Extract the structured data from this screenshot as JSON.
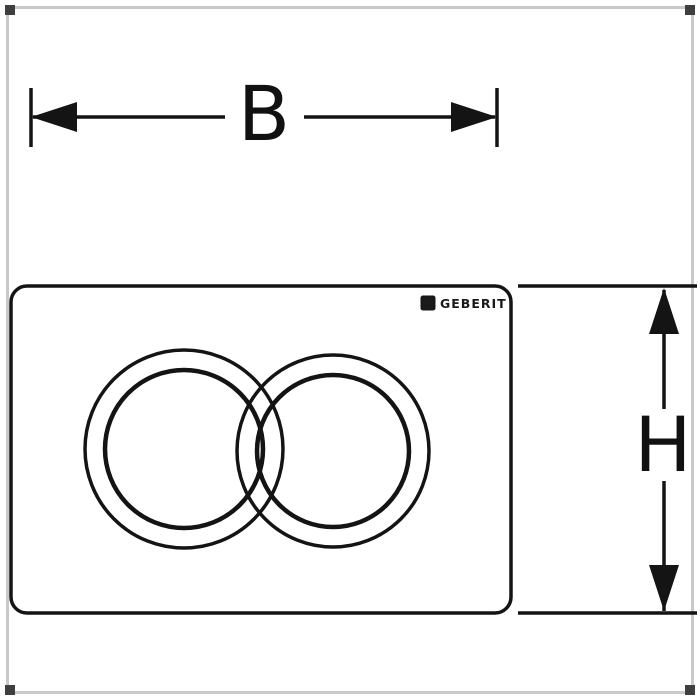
{
  "drawing": {
    "brand": "GEBERIT",
    "dimensions": {
      "width_label": "B",
      "height_label": "H"
    },
    "colors": {
      "line": "#141414",
      "frame": "#c9c9c9",
      "corner_mark": "#3f3f3f",
      "background": "#ffffff"
    }
  }
}
